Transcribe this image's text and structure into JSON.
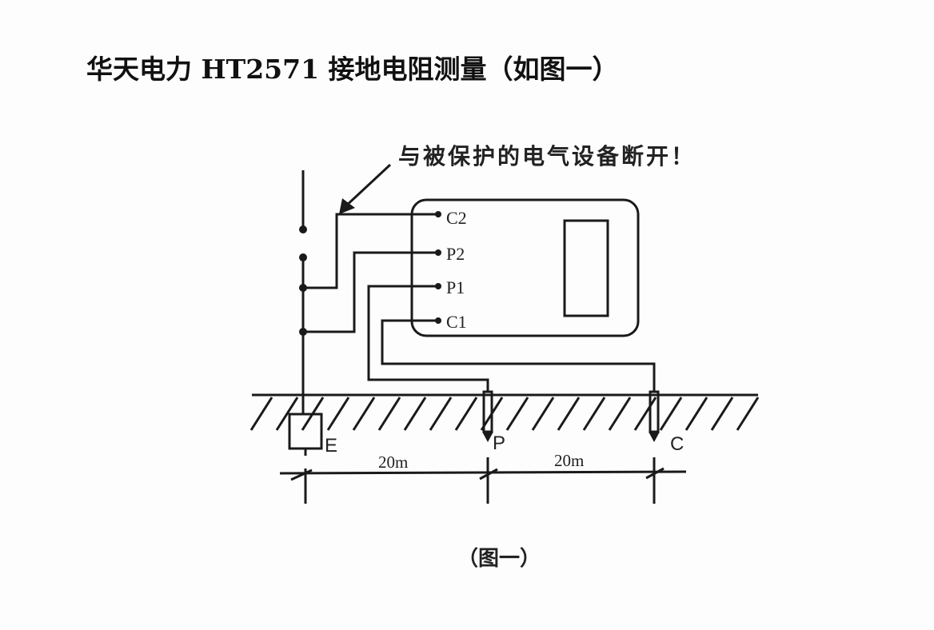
{
  "title": "华天电力 HT2571 接地电阻测量（如图一）",
  "diagram": {
    "warning": "与被保护的电气设备断开！",
    "terminals": {
      "c2": "C2",
      "p2": "P2",
      "p1": "P1",
      "c1": "C1"
    },
    "electrodes": {
      "e": "E",
      "p": "P",
      "c": "C"
    },
    "distances": {
      "e_to_p": "20m",
      "p_to_c": "20m"
    },
    "caption": "（图一）"
  }
}
